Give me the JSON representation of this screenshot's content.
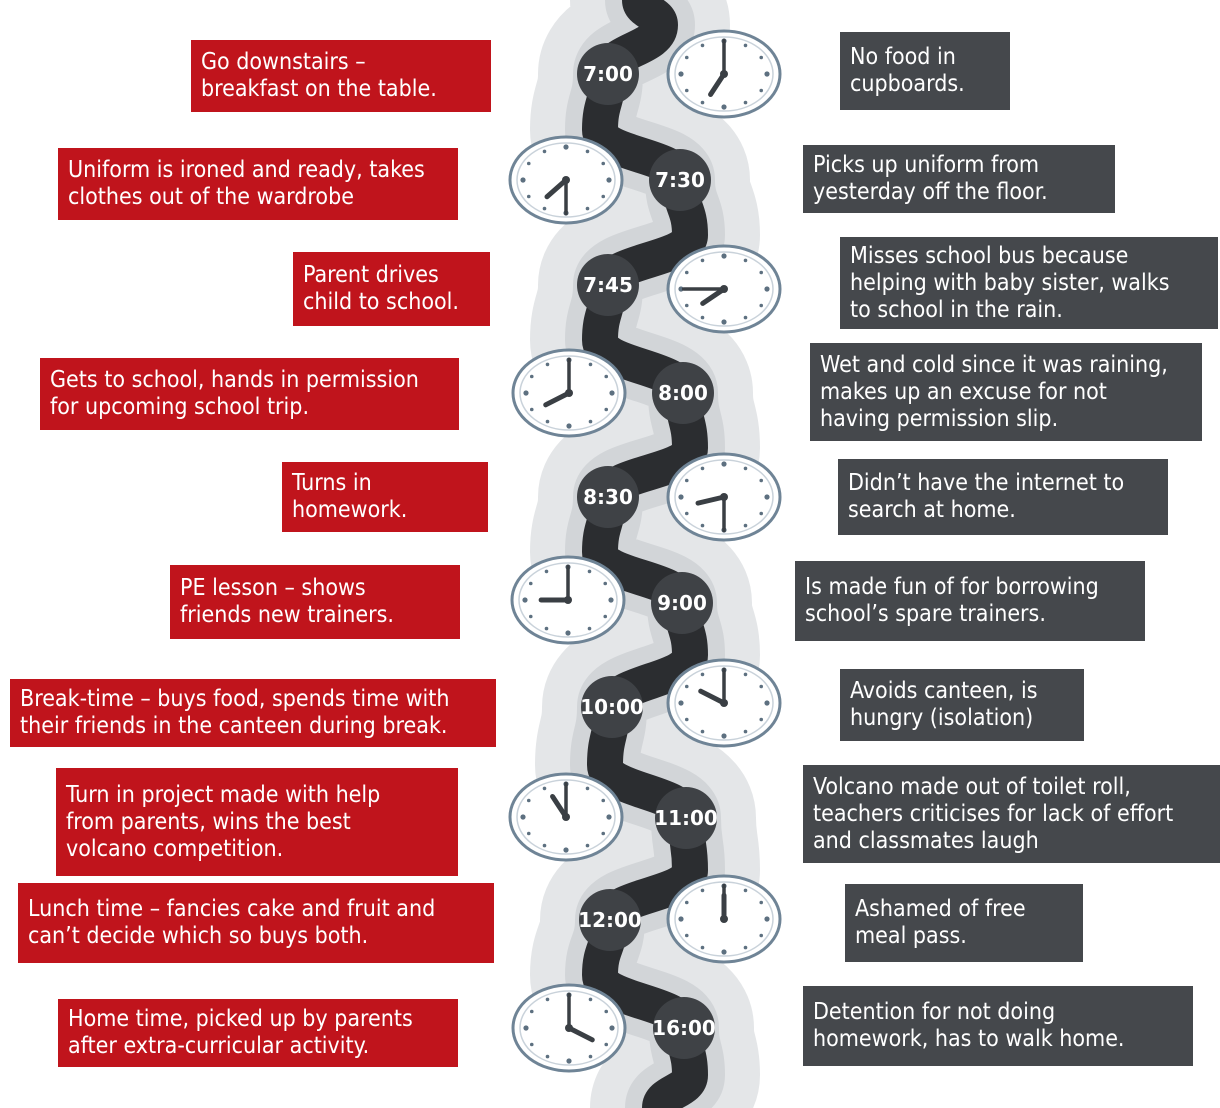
{
  "steps": [
    {
      "time": "7:00",
      "left": "Go downstairs –\nbreakfast on the table.",
      "right": "No food in\ncupboards.",
      "clock_hour": 7,
      "clock_minute": 0
    },
    {
      "time": "7:30",
      "left": "Uniform is ironed and ready, takes\nclothes out of the wardrobe",
      "right": "Picks up uniform from\nyesterday off the floor.",
      "clock_hour": 7,
      "clock_minute": 30
    },
    {
      "time": "7:45",
      "left": "Parent drives\nchild to school.",
      "right": "Misses school bus because\nhelping with baby sister, walks\nto school in the rain.",
      "clock_hour": 7,
      "clock_minute": 45
    },
    {
      "time": "8:00",
      "left": "Gets to school, hands in permission\nfor upcoming school trip.",
      "right": "Wet and cold since it was raining,\nmakes up an excuse for not\nhaving permission slip.",
      "clock_hour": 8,
      "clock_minute": 0
    },
    {
      "time": "8:30",
      "left": "Turns in\nhomework.",
      "right": "Didn’t have the internet to\nsearch at home.",
      "clock_hour": 8,
      "clock_minute": 30
    },
    {
      "time": "9:00",
      "left": "PE lesson – shows\nfriends new trainers.",
      "right": "Is made fun of for borrowing\nschool’s spare trainers.",
      "clock_hour": 9,
      "clock_minute": 0
    },
    {
      "time": "10:00",
      "left": "Break-time – buys food, spends time with\ntheir friends in the canteen during break.",
      "right": "Avoids canteen, is\nhungry (isolation)",
      "clock_hour": 10,
      "clock_minute": 0
    },
    {
      "time": "11:00",
      "left": "Turn in project made with help\nfrom parents, wins the best\nvolcano competition.",
      "right": "Volcano made out of toilet roll,\nteachers criticises for lack of effort\nand classmates laugh",
      "clock_hour": 11,
      "clock_minute": 0
    },
    {
      "time": "12:00",
      "left": "Lunch time – fancies cake and fruit and\ncan’t decide which so buys both.",
      "right": "Ashamed of free\nmeal pass.",
      "clock_hour": 12,
      "clock_minute": 0
    },
    {
      "time": "16:00",
      "left": "Home time, picked up by parents\nafter extra-curricular activity.",
      "right": "Detention for not doing\nhomework, has to walk home.",
      "clock_hour": 16,
      "clock_minute": 0
    }
  ],
  "colors": {
    "left_box": "#c0141c",
    "right_box": "#45484c",
    "road": "#2b2d30",
    "badge": "#3f4246"
  }
}
